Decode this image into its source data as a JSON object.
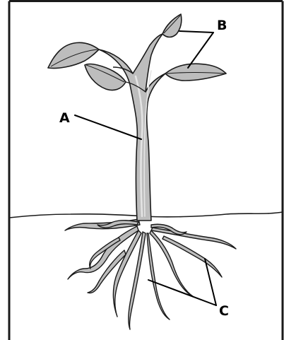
{
  "diagram": {
    "labels": {
      "stem": "A",
      "leaves": "B",
      "roots": "C"
    },
    "colors": {
      "plant_fill": "#bdbdbd",
      "plant_highlight": "#e4e4e4",
      "outline": "#1a1a1a",
      "background": "#ffffff"
    }
  }
}
